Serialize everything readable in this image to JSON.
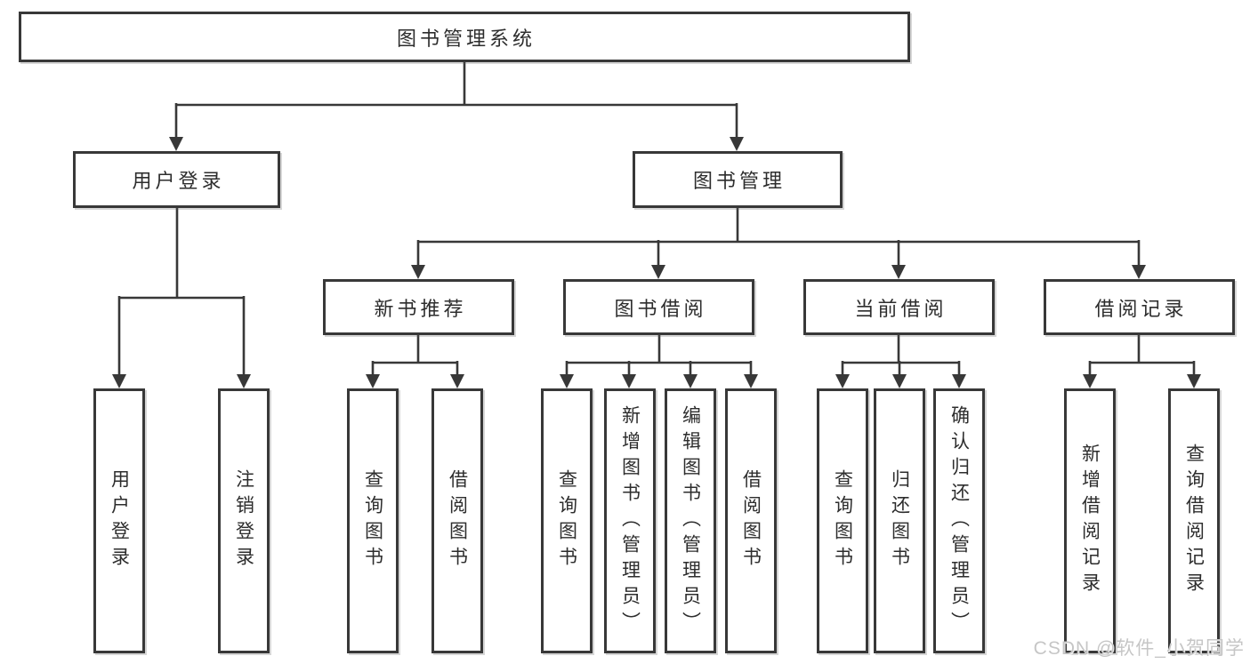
{
  "diagram": {
    "root": {
      "label": "图书管理系统"
    },
    "branches": [
      {
        "label": "用户登录",
        "children": [
          {
            "label": "用户登录"
          },
          {
            "label": "注销登录"
          }
        ]
      },
      {
        "label": "图书管理",
        "groups": [
          {
            "label": "新书推荐",
            "children": [
              {
                "label": "查询图书"
              },
              {
                "label": "借阅图书"
              }
            ]
          },
          {
            "label": "图书借阅",
            "children": [
              {
                "label": "查询图书"
              },
              {
                "label": "新增图书（管理员）"
              },
              {
                "label": "编辑图书（管理员）"
              },
              {
                "label": "借阅图书"
              }
            ]
          },
          {
            "label": "当前借阅",
            "children": [
              {
                "label": "查询图书"
              },
              {
                "label": "归还图书"
              },
              {
                "label": "确认归还（管理员）"
              }
            ]
          },
          {
            "label": "借阅记录",
            "children": [
              {
                "label": "新增借阅记录"
              },
              {
                "label": "查询借阅记录"
              }
            ]
          }
        ]
      }
    ]
  },
  "watermark": {
    "text": "CSDN @软件_小贺同学",
    "color": "#c6c6c6"
  },
  "colors": {
    "line": "#383838",
    "box_border": "#383838",
    "text": "#2d2d2d",
    "background": "#ffffff"
  }
}
